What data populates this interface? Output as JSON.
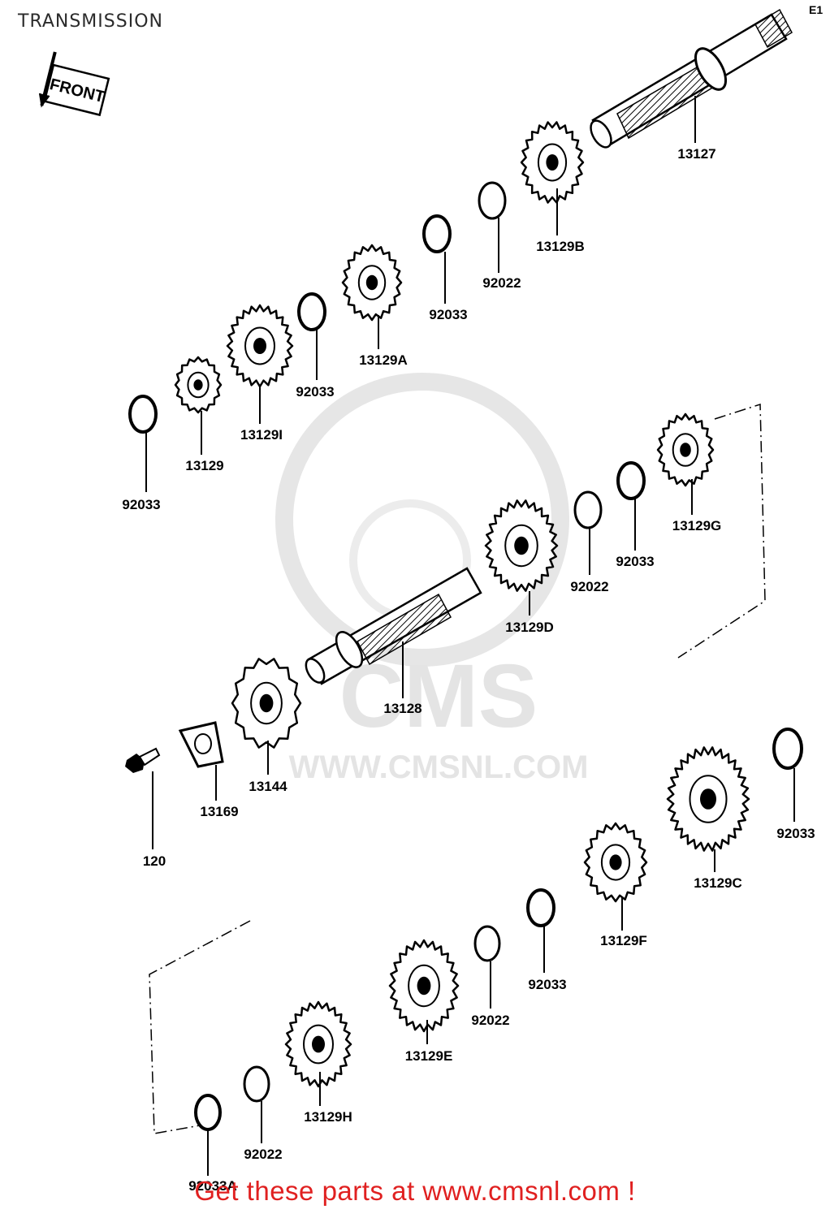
{
  "header": {
    "title": "TRANSMISSION",
    "diagram_code": "E1"
  },
  "front_marker": "FRONT",
  "watermark": {
    "logo_text": "CMS",
    "url_text": "WWW.CMSNL.COM"
  },
  "parts": {
    "p13127": "13127",
    "p13129B": "13129B",
    "p92022_top": "92022",
    "p92033_a": "92033",
    "p13129A": "13129A",
    "p92033_b": "92033",
    "p13129I": "13129I",
    "p13129": "13129",
    "p92033_c": "92033",
    "p13129G": "13129G",
    "p92033_d": "92033",
    "p92022_mid": "92022",
    "p13129D": "13129D",
    "p13128": "13128",
    "p13144": "13144",
    "p13169": "13169",
    "p120": "120",
    "p92033_e": "92033",
    "p13129C": "13129C",
    "p13129F": "13129F",
    "p92033_f": "92033",
    "p92022_low": "92022",
    "p13129E": "13129E",
    "p13129H": "13129H",
    "p92022_bot": "92022",
    "p92033A": "92033A"
  },
  "footer": {
    "link_text": "Get these parts at www.cmsnl.com !"
  },
  "colors": {
    "ink": "#000000",
    "link": "#e02020",
    "watermark": "#e4e4e4"
  }
}
